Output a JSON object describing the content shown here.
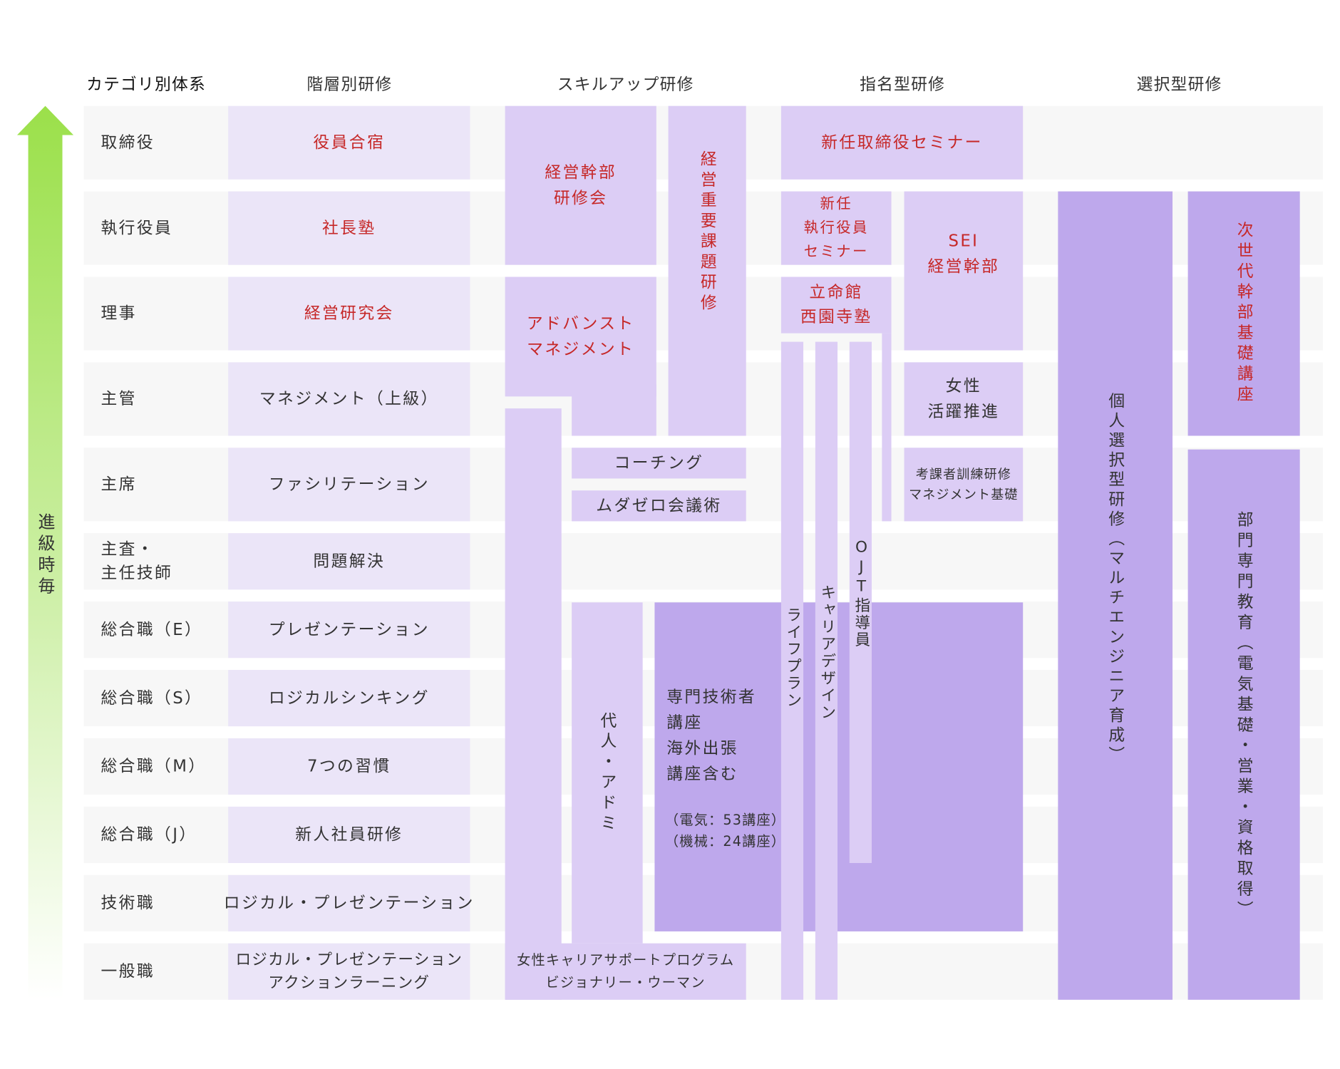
{
  "headers": {
    "category": "カテゴリ別体系",
    "hierarchy": "階層別研修",
    "skillup": "スキルアップ研修",
    "nominated": "指名型研修",
    "selective": "選択型研修"
  },
  "arrow_label": "進級時毎",
  "rows": [
    {
      "category": "取締役",
      "hierarchy": "役員合宿"
    },
    {
      "category": "執行役員",
      "hierarchy": "社長塾"
    },
    {
      "category": "理事",
      "hierarchy": "経営研究会"
    },
    {
      "category": "主管",
      "hierarchy": "マネジメント（上級）"
    },
    {
      "category": "主席",
      "hierarchy": "ファシリテーション"
    },
    {
      "category": "主査・\n主任技師",
      "hierarchy": "問題解決"
    },
    {
      "category": "総合職（E）",
      "hierarchy": "プレゼンテーション"
    },
    {
      "category": "総合職（S）",
      "hierarchy": "ロジカルシンキング"
    },
    {
      "category": "総合職（M）",
      "hierarchy": "7つの習慣"
    },
    {
      "category": "総合職（J）",
      "hierarchy": "新人社員研修"
    },
    {
      "category": "技術職",
      "hierarchy": "ロジカル・プレゼンテーション"
    },
    {
      "category": "一般職",
      "hierarchy": "ロジカル・プレゼンテーション\nアクションラーニング"
    }
  ],
  "skillup": {
    "exec_training": "経営幹部\n研修会",
    "key_issues": "経営重要課題研修",
    "advanced_mgmt": "アドバンスト\nマネジメント",
    "coaching": "コーチング",
    "meeting": "ムダゼロ会議術",
    "proxy_admin": "代人・アドミ",
    "specialist": "専門技術者\n講座\n海外出張\n講座含む",
    "specialist_counts": "（電気：53講座）\n（機械：24講座）",
    "women_career": "女性キャリアサポートプログラム\nビジョナリー・ウーマン"
  },
  "nominated": {
    "new_director": "新任取締役セミナー",
    "new_officer": "新任\n執行役員\nセミナー",
    "ritsumeikan": "立命館\n西園寺塾",
    "sei": "SEI\n経営幹部",
    "women": "女性\n活躍推進",
    "evaluator": "考課者訓練研修\nマネジメント基礎",
    "life_plan": "ライフプラン",
    "career_design": "キャリアデザイン",
    "ojt": "OJT指導員"
  },
  "selective": {
    "individual": "個人選択型研修（マルチエンジニア育成）",
    "next_gen": "次世代幹部基礎講座",
    "department": "部門専門教育（電気基礎・営業・資格取得）"
  },
  "colors": {
    "hierarchy": "#ebe5f8",
    "light": "#dccdf5",
    "dark": "#bea8ec",
    "red": "#c62828",
    "arrow": "#9be04a"
  }
}
